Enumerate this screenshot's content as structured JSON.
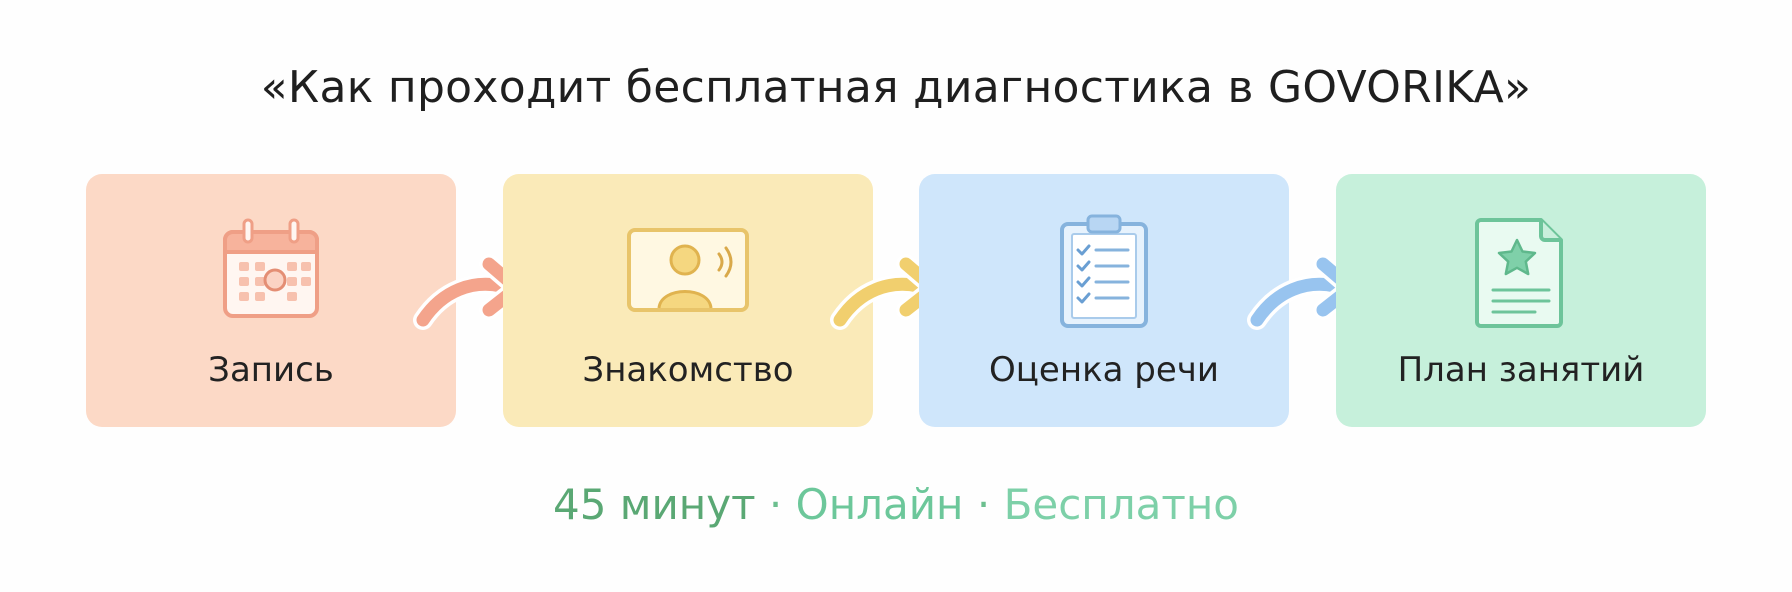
{
  "title": "«Как проходит бесплатная диагностика в GOVORIKA»",
  "steps": [
    {
      "label": "Запись",
      "icon": "calendar-icon",
      "color": "#fcd9c6",
      "accent": "#ef9f86"
    },
    {
      "label": "Знакомство",
      "icon": "video-call-icon",
      "color": "#faeab8",
      "accent": "#e8c46a"
    },
    {
      "label": "Оценка речи",
      "icon": "clipboard-checklist-icon",
      "color": "#cfe6fb",
      "accent": "#86b3dd"
    },
    {
      "label": "План занятий",
      "icon": "document-star-icon",
      "color": "#c6f0db",
      "accent": "#6dc49a"
    }
  ],
  "arrows": [
    {
      "icon": "arrow-right-icon",
      "color": "#f4a48c"
    },
    {
      "icon": "arrow-right-icon",
      "color": "#f1cf6e"
    },
    {
      "icon": "arrow-right-icon",
      "color": "#98c4ef"
    }
  ],
  "footer": {
    "part1": "45 минут",
    "sep": " · ",
    "part2": "Онлайн",
    "part3": "Бесплатно"
  }
}
